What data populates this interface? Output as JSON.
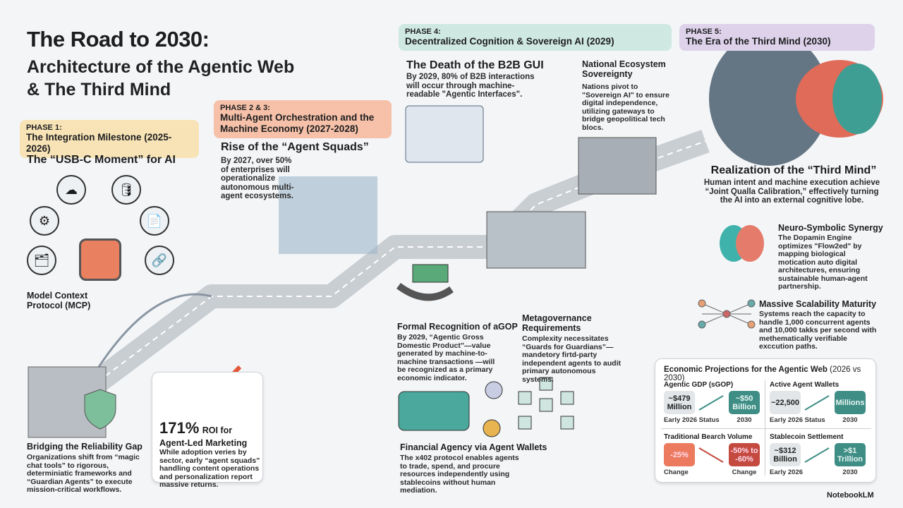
{
  "title": {
    "line1": "The Road to 2030:",
    "line2": "Architecture of the Agentic Web",
    "line3": "& The Third Mind"
  },
  "phase1": {
    "label": "PHASE 1:",
    "title": "The Integration Milestone (2025-2026)",
    "heading": "The “USB-C Moment” for AI",
    "mcp": "Model Context Protocol (MCP)",
    "bridge": {
      "heading": "Bridging the Reliability Gap",
      "body": "Organizations shift from “magic chat tools” to rigorous, determiniatic frameworks and “Guardian Agents” to execute mission-critical workflows."
    },
    "roi": {
      "value": "171%",
      "label": "ROI for",
      "label2": "Agent-Led Marketing",
      "body": "While adoption veries by sector, early “agent squads” handling content operations and personalization report massive returns."
    }
  },
  "phase23": {
    "label": "PHASE 2 & 3:",
    "title": "Multi-Agent Orchestration and the Machine Economy (2027-2028)",
    "heading": "Rise of the “Agent Squads”",
    "body": "By 2027, over 50% of enterprises will operationalize autonomous multi-agent ecosystems."
  },
  "phase4": {
    "label": "PHASE 4:",
    "title": "Decentralized Cognition & Sovereign AI (2029)",
    "gui": {
      "heading": "The Death of the B2B GUI",
      "body": "By 2029, 80% of B2B interactions will occur through machine-readable \"Agentic Interfaces\"."
    },
    "sovereignty": {
      "heading": "National Ecosystem Sovereignty",
      "body": "Nations pivot to \"Sovereign AI\" to ensure digital independence, utilizing gateways to bridge geopolitical tech blocs."
    },
    "agop": {
      "heading": "Formal Recognition of aGOP",
      "body": "By 2029, “Agentic Gross Domestic Product”—value generated by machine-to-machine transactions —will be recognized as a primary economic indicator."
    },
    "meta": {
      "heading": "Metagovernance Requirements",
      "body": "Complexity necessitates “Guards for Guardians”—mandetory firtd-party independent agents to audit primary autonomous systems."
    },
    "wallets": {
      "heading": "Financial Agency via Agent Wallets",
      "body": "The x402 protocol enables agents to trade, spend, and procure resources independently using stablecoins without human mediation."
    }
  },
  "phase5": {
    "label": "PHASE 5:",
    "title": "The Era of the Third Mind (2030)",
    "third": {
      "heading": "Realization of the “Third Mind”",
      "body": "Human intent and machine execution achieve “Joint Qualla Calibration,” effectively turning the AI into an external cognitive lobe."
    },
    "neuro": {
      "heading": "Neuro-Symbolic Synergy",
      "body": "The Dopamin Engine optimizes \"Flow2ed\" by mapping biological motication auto digital architectures, ensuring sustainable human-agent partnership."
    },
    "scale": {
      "heading": "Massive Scalability Maturity",
      "body": "Systems reach the capacity to handle 1,000 concurrent agents and 10,000 takks per second with methematically verifiable exccution paths."
    }
  },
  "econ": {
    "title": "Economic Projections for the Agentic Web",
    "subtitle": "(2026 vs 2030)",
    "metrics": [
      {
        "name": "Agentic GDP (sGOP)",
        "from": "~$479 Million",
        "from_cap": "Early 2026 Status",
        "to": "~$50 Billion",
        "to_cap": "2030",
        "trend": "up"
      },
      {
        "name": "Active Agent Wallets",
        "from": "~22,500",
        "from_cap": "Early 2026 Status",
        "to": "Millions",
        "to_cap": "2030",
        "trend": "up"
      },
      {
        "name": "Traditional Bearch Volume",
        "from": "-25%",
        "from_cap": "Change",
        "to": "-50% to -60%",
        "to_cap": "Change",
        "trend": "down"
      },
      {
        "name": "Stablecoin Settlement",
        "from": "~$312 Billion",
        "from_cap": "Early 2026",
        "to": ">$1 Trillion",
        "to_cap": "2030",
        "trend": "up"
      }
    ]
  },
  "brand": "NotebookLM",
  "colors": {
    "phase1": "#f7e3b5",
    "phase23": "#f6c1a8",
    "phase4": "#cfe9e2",
    "phase5": "#ddd2ea",
    "teal": "#3f8e86",
    "red": "#c4493f"
  }
}
